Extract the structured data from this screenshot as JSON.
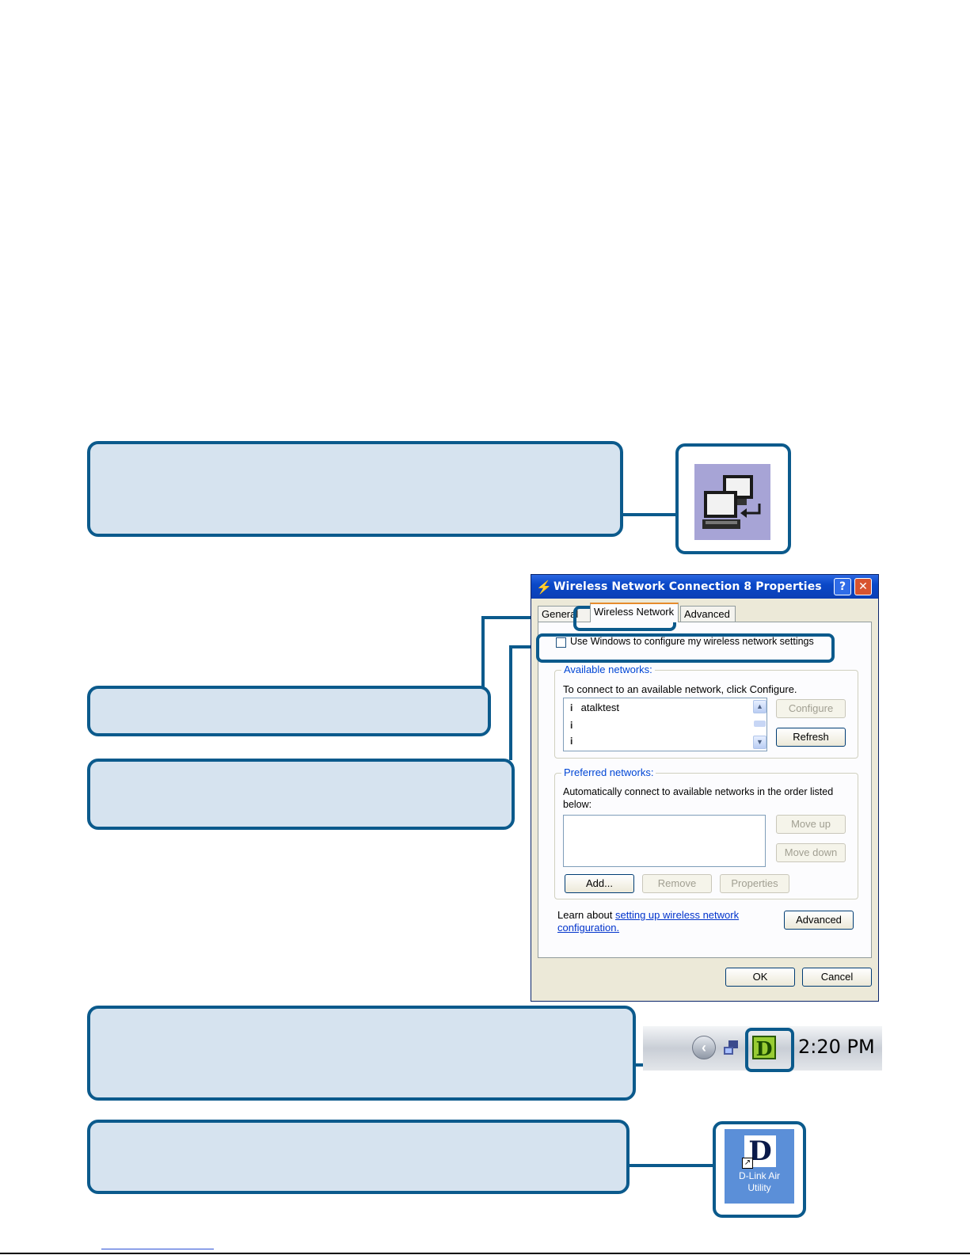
{
  "dialog": {
    "title": "Wireless Network Connection 8 Properties",
    "help_label": "?",
    "close_label": "✕",
    "tabs": [
      {
        "label": "General"
      },
      {
        "label": "Wireless Network"
      },
      {
        "label": "Advanced"
      }
    ],
    "use_windows_label": "Use Windows to configure my wireless network settings",
    "available": {
      "legend": "Available networks:",
      "instruction": "To connect to an available network, click Configure.",
      "networks": [
        "atalktest",
        "",
        ""
      ],
      "configure_label": "Configure",
      "refresh_label": "Refresh"
    },
    "preferred": {
      "legend": "Preferred networks:",
      "instruction_line1": "Automatically connect to available networks in the order listed",
      "instruction_line2": "below:",
      "move_up_label": "Move up",
      "move_down_label": "Move down",
      "add_label": "Add...",
      "remove_label": "Remove",
      "properties_label": "Properties"
    },
    "learn_prefix": "Learn about ",
    "learn_link_line1": "setting up wireless network",
    "learn_link_line2": "configuration.",
    "advanced_label": "Advanced",
    "ok_label": "OK",
    "cancel_label": "Cancel"
  },
  "tray": {
    "time": "2:20 PM",
    "tray_icon_letter": "D"
  },
  "desktop_icon": {
    "letter": "D",
    "label_line1": "D-Link Air",
    "label_line2": "Utility"
  }
}
